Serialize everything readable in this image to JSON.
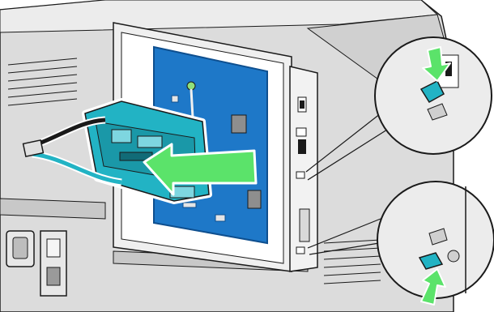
{
  "illustration": {
    "subject": "printer-rear-option-board-installation",
    "colors": {
      "printer_body": "#dcdcdc",
      "printer_shadow": "#b3b3b3",
      "board_blue": "#1e78c8",
      "board_dark": "#0e4f8f",
      "card_teal": "#22b3c4",
      "arrow_green": "#5be36a",
      "arrow_green_dark": "#2bb540",
      "outline": "#1a1a1a"
    },
    "icons": {
      "insert_arrow": "arrow-left-icon",
      "detail_top_arrow": "arrow-down-icon",
      "detail_bottom_arrow": "arrow-up-icon",
      "power_inlet": "power-inlet-icon",
      "power_switch": "power-switch-icon"
    },
    "steps": [
      {
        "step": "insert-card",
        "direction": "left"
      },
      {
        "step": "connect-top-clip",
        "direction": "down"
      },
      {
        "step": "connect-bottom-clip",
        "direction": "up"
      }
    ]
  }
}
